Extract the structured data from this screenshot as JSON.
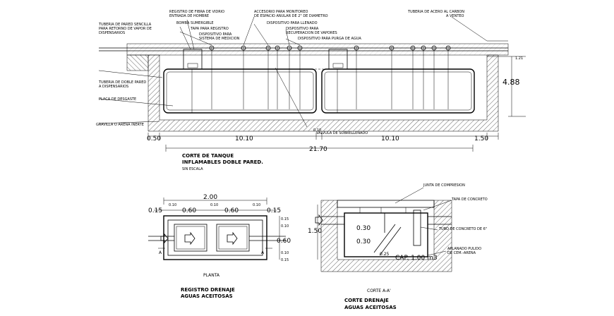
{
  "main_section": {
    "labels": {
      "registro": "REGISTRO DE FIBRA DE VIDRIO",
      "entrada": "ENTRADA DE HOMBRE",
      "bomba": "BOMBA SUMERGIBLE",
      "tapa": "TAPA PARA REGISTRO",
      "disp_medicion_1": "DISPOSITIVO PARA",
      "disp_medicion_2": "SISTEMA DE MEDICION",
      "accesorio_1": "ACCESORIO PARA MONITOREO",
      "accesorio_2": "DE ESPACIO ANULAR DE 2\" DE DIAMETRO",
      "disp_llenado": "DISPOSITIVO PARA LLENADO",
      "disp_recup_1": "DISPOSITIVO PARA",
      "disp_recup_2": "RECUPERACION DE VAPORES",
      "disp_purga": "DISPOSITIVO PARA PURGA DE AGUA",
      "tuberia_acero_1": "TUBERIA DE ACERO AL CARBON",
      "tuberia_acero_2": "A VENTEO",
      "tuberia_sencilla_1": "TUBERIA DE PARED SENCILLA",
      "tuberia_sencilla_2": "PARA RETORNO DE VAPOR DE",
      "tuberia_sencilla_3": "DISPENSARIOS",
      "tuberia_doble_1": "TUBERIA DE DOBLE PARED",
      "tuberia_doble_2": "A DISPENSARIOS",
      "placa": "PLACA DE DESGASTE",
      "gravilla": "GRAVILLA O ARENA INERTE",
      "valvula": "VALVULA DE SOBRELLENADO",
      "dim_121": "1.21",
      "dim_488": "4.88",
      "dim_050": "0.50",
      "dim_1010_a": "10.10",
      "dim_1010_b": "10.10",
      "dim_150": "1.50",
      "dim_2170": "21.70",
      "dim_010": "0.10"
    },
    "title_line1": "CORTE DE TANQUE",
    "title_line2": "INFLAMABLES DOBLE PARED.",
    "scale": "SIN ESCALA"
  },
  "planta": {
    "dim_200": "2.00",
    "dim_015_l": "0.15",
    "dim_010_a": "0.10",
    "dim_060_a": "0.60",
    "dim_010_b": "0.10",
    "dim_060_b": "0.60",
    "dim_010_c": "0.10",
    "dim_015_r": "0.15",
    "dim_v_015_a": "0.15",
    "dim_v_010_a": "0.10",
    "dim_v_060": "0.60",
    "dim_v_010_b": "0.10",
    "dim_v_015_b": "0.15",
    "label": "PLANTA",
    "title_line1": "REGISTRO DRENAJE",
    "title_line2": "AGUAS ACEITOSAS"
  },
  "corte_aa": {
    "junta": "JUNTA DE COMPRESION",
    "tapa": "TAPA DE CONCRETO",
    "tubo": "TUBO DE CONCRETO DE 6\"",
    "aplanado_1": "APLANADO PULIDO",
    "aplanado_2": "DE CEM.-ARENA",
    "dim_150": "1.50",
    "dim_030_a": "0.30",
    "dim_030_b": "0.30",
    "dim_025": "0.25",
    "cap": "CAP. 1.00 m3",
    "label": "CORTE A-A'",
    "title_line1": "CORTE DRENAJE",
    "title_line2": "AGUAS ACEITOSAS"
  }
}
